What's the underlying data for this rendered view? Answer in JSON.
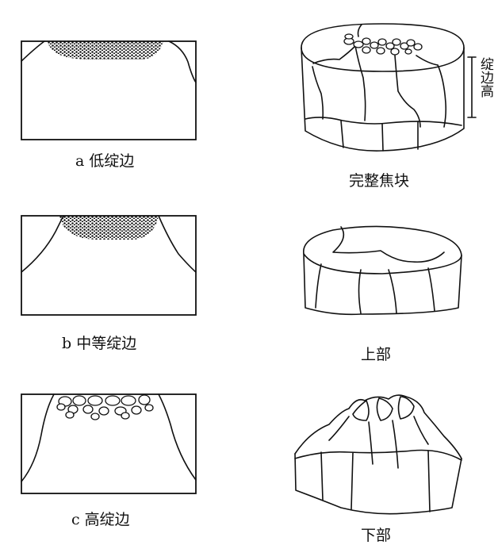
{
  "labels": {
    "low_edge": "a 低绽边",
    "medium_edge": "b 中等绽边",
    "high_edge": "c 高绽边",
    "intact_coke": "完整焦块",
    "upper_part": "上部",
    "lower_part": "下部",
    "edge_height": "绽边高"
  }
}
